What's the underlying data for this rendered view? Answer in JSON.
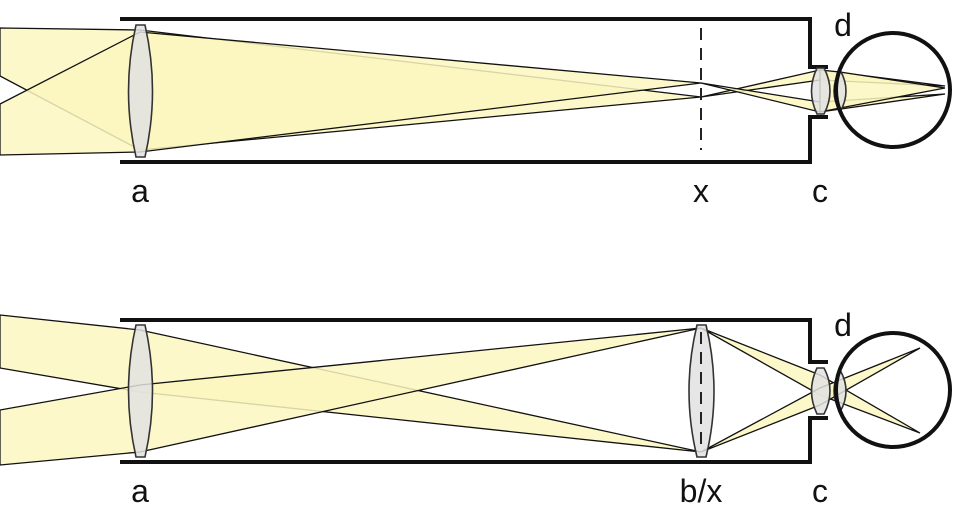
{
  "diagram_1": {
    "labels": {
      "objective": "a",
      "focal_plane": "x",
      "eyepiece": "c",
      "eye": "d"
    }
  },
  "diagram_2": {
    "labels": {
      "objective": "a",
      "field_lens": "b/x",
      "eyepiece": "c",
      "eye": "d"
    }
  },
  "colors": {
    "light": "#fbf7c0",
    "lens": "#e2e2e2",
    "outline": "#111111"
  }
}
